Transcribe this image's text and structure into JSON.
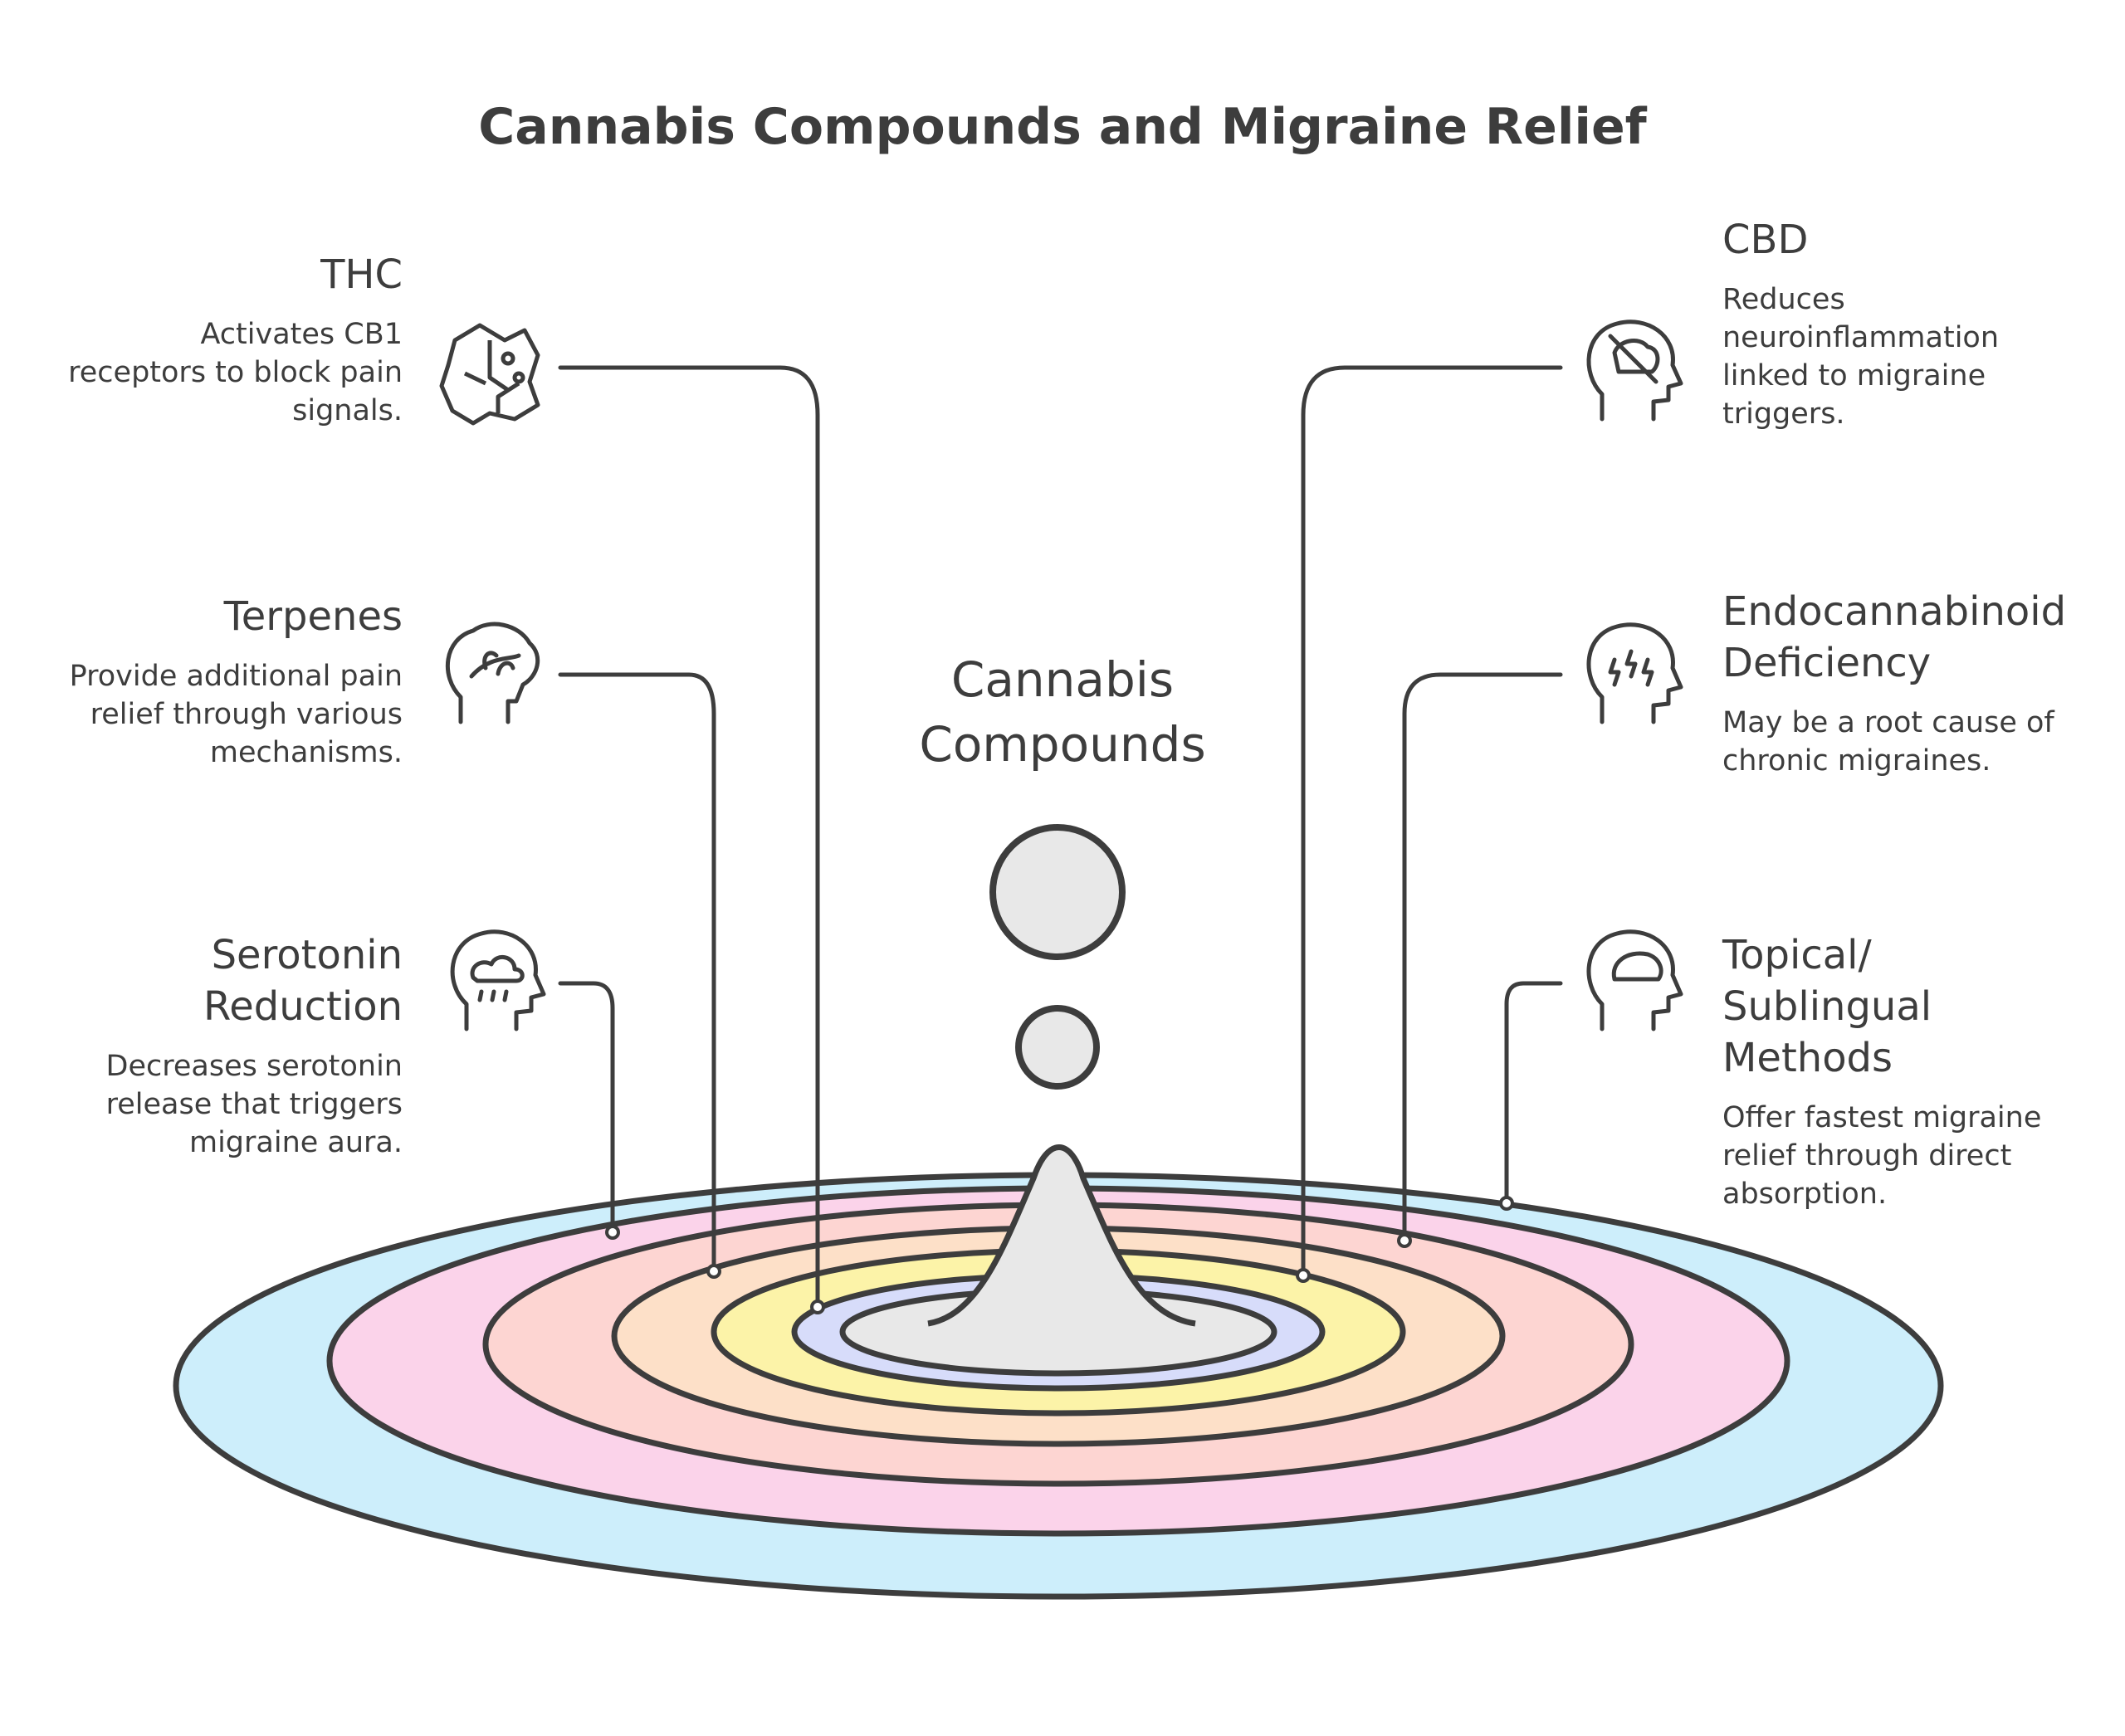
{
  "title": "Cannabis Compounds and Migraine Relief",
  "center_label": "Cannabis\nCompounds",
  "items": [
    {
      "key": "thc",
      "heading": "THC",
      "description": "Activates CB1 receptors to block pain signals.",
      "icon": "brain-circuit-icon"
    },
    {
      "key": "terpenes",
      "heading": "Terpenes",
      "description": "Provide additional pain relief through various mechanisms.",
      "icon": "head-leaves-icon"
    },
    {
      "key": "serotonin",
      "heading": "Serotonin Reduction",
      "description": "Decreases serotonin release that triggers migraine aura.",
      "icon": "head-rain-cloud-icon"
    },
    {
      "key": "cbd",
      "heading": "CBD",
      "description": "Reduces neuroinflammation linked to migraine triggers.",
      "icon": "head-crossed-brain-icon"
    },
    {
      "key": "endo",
      "heading": "Endocannabinoid Deficiency",
      "description": "May be a root cause of chronic migraines.",
      "icon": "head-lightning-icon"
    },
    {
      "key": "topical",
      "heading": "Topical/ Sublingual Methods",
      "description": "Offer fastest migraine relief through direct absorption.",
      "icon": "head-brain-icon"
    }
  ],
  "colors": {
    "ink": "#3d3d3d",
    "ring_blue": "#cdeefb",
    "ring_pink": "#fbd3ea",
    "ring_salmon": "#fdd5d2",
    "ring_orange": "#fde0c8",
    "ring_yellow": "#fcf3a8",
    "ring_lavender": "#d7dcfa",
    "center_gray": "#e8e8e8"
  }
}
